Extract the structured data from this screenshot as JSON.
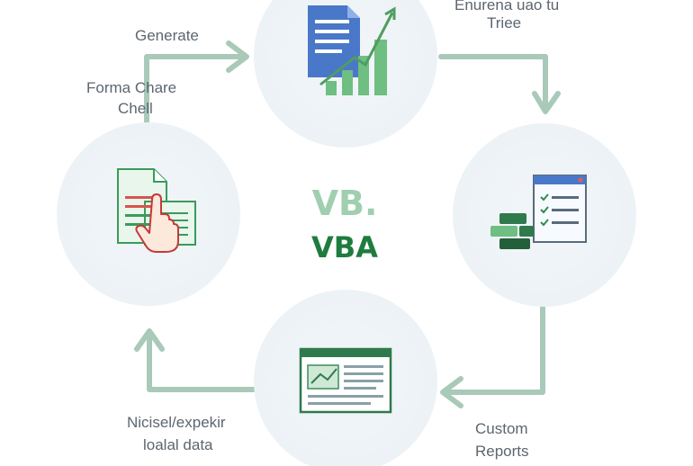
{
  "labels": {
    "top_left": "Generate",
    "top_right_line1": "Enurena uao tu",
    "top_right_line2": "Triee",
    "left_line1": "Forma Chare",
    "left_line2": "Chell",
    "bottom_left_line1": "Nicisel/expekir",
    "bottom_left_line2": "loalal data",
    "bottom_right_line1": "Custom",
    "bottom_right_line2": "Reports"
  },
  "center": {
    "title_faded": "VB.",
    "title": "VBA"
  },
  "colors": {
    "arrow": "#a9c9b9",
    "node_bg": "#edf2f6",
    "vba_green": "#1e7c3e",
    "vba_faded": "#9fcfae",
    "doc_blue": "#4a78c8",
    "chart_green": "#6fbe82"
  },
  "icons": {
    "top": "document-growth-chart-icon",
    "right": "checklist-blocks-icon",
    "bottom": "report-window-icon",
    "left": "spreadsheet-click-icon"
  }
}
